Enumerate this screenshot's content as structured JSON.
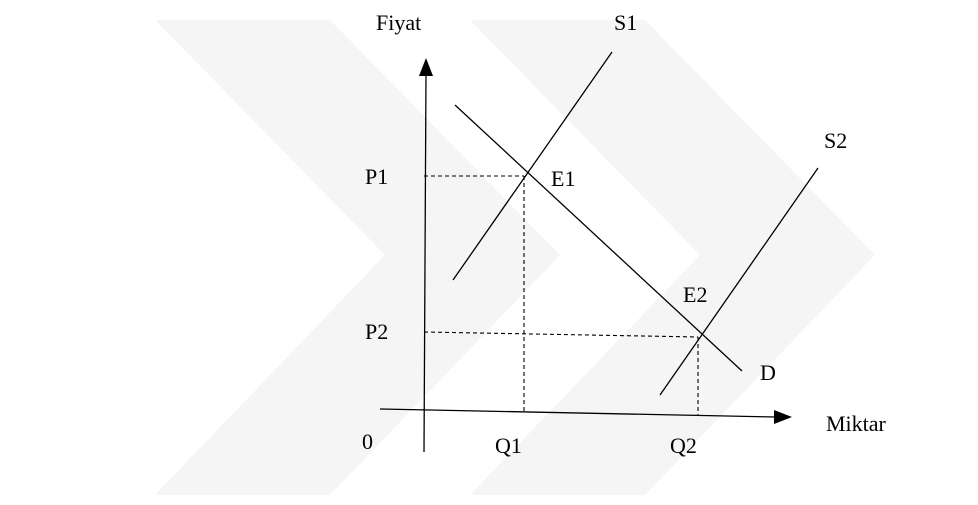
{
  "diagram": {
    "y_axis_label": "Fiyat",
    "x_axis_label": "Miktar",
    "origin_label": "0",
    "supply_1_label": "S1",
    "supply_2_label": "S2",
    "demand_label": "D",
    "equilibrium_1_label": "E1",
    "equilibrium_2_label": "E2",
    "price_1_label": "P1",
    "price_2_label": "P2",
    "quantity_1_label": "Q1",
    "quantity_2_label": "Q2"
  },
  "colors": {
    "line": "#000000",
    "background": "#ffffff",
    "watermark": "#ececec"
  }
}
